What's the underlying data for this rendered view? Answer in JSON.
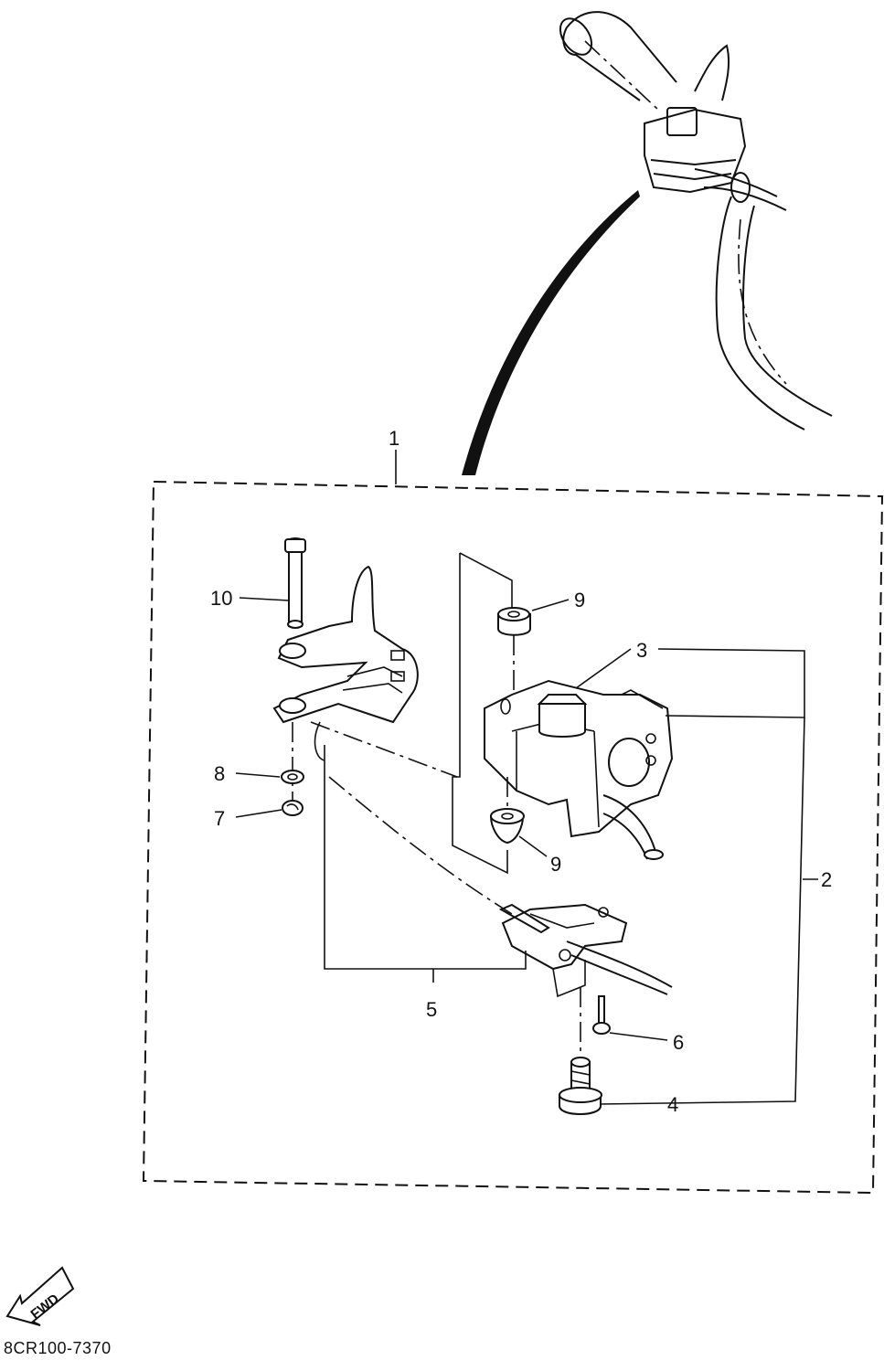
{
  "diagram": {
    "callouts": [
      {
        "id": "1",
        "label": "1"
      },
      {
        "id": "2",
        "label": "2"
      },
      {
        "id": "3",
        "label": "3"
      },
      {
        "id": "4",
        "label": "4"
      },
      {
        "id": "5",
        "label": "5"
      },
      {
        "id": "6",
        "label": "6"
      },
      {
        "id": "7",
        "label": "7"
      },
      {
        "id": "8",
        "label": "8"
      },
      {
        "id": "9a",
        "label": "9"
      },
      {
        "id": "9b",
        "label": "9"
      },
      {
        "id": "10",
        "label": "10"
      }
    ],
    "fwd_label": "FWD",
    "drawing_code": "8CR100-7370"
  }
}
